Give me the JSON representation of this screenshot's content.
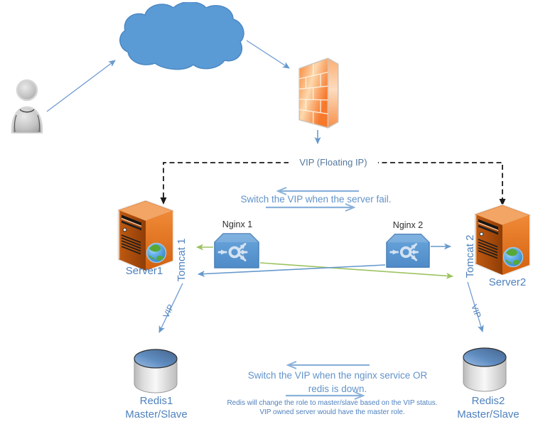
{
  "icons": {
    "user": "person-icon",
    "internet": "cloud-icon",
    "firewall": "firewall-icon",
    "server": "server-tower-icon",
    "nginx": "load-balancer-icon",
    "redis": "database-cylinder-icon"
  },
  "nodes": {
    "server1": {
      "label": "Server1"
    },
    "server2": {
      "label": "Server2"
    },
    "tomcat1": {
      "label": "Tomcat 1"
    },
    "tomcat2": {
      "label": "Tomcat 2"
    },
    "nginx1": {
      "label": "Nginx 1"
    },
    "nginx2": {
      "label": "Nginx 2"
    },
    "redis1": {
      "label": "Redis1",
      "role": "Master/Slave"
    },
    "redis2": {
      "label": "Redis2",
      "role": "Master/Slave"
    }
  },
  "annotations": {
    "vip_floating_ip": "VIP (Floating IP)",
    "vip_left": "VIP",
    "vip_right": "VIP",
    "switch_server_fail": "Switch the VIP when the server fail.",
    "switch_nginx_line1": "Switch the VIP when the nginx service OR",
    "switch_nginx_line2": "redis is down.",
    "redis_note_line1": "Redis will change the role to master/slave based on the VIP status.",
    "redis_note_line2": "VIP owned server would have the master role."
  },
  "colors": {
    "node_blue": "#5b9bd5",
    "label_blue": "#4f81bd",
    "connector_blue": "#6699cc",
    "connector_light_blue": "#8ab1d9",
    "connector_green": "#9dc360",
    "server_orange": "#e0711f",
    "firewall_orange": "#f98a3e",
    "dashed_line": "#1a1a1a"
  }
}
